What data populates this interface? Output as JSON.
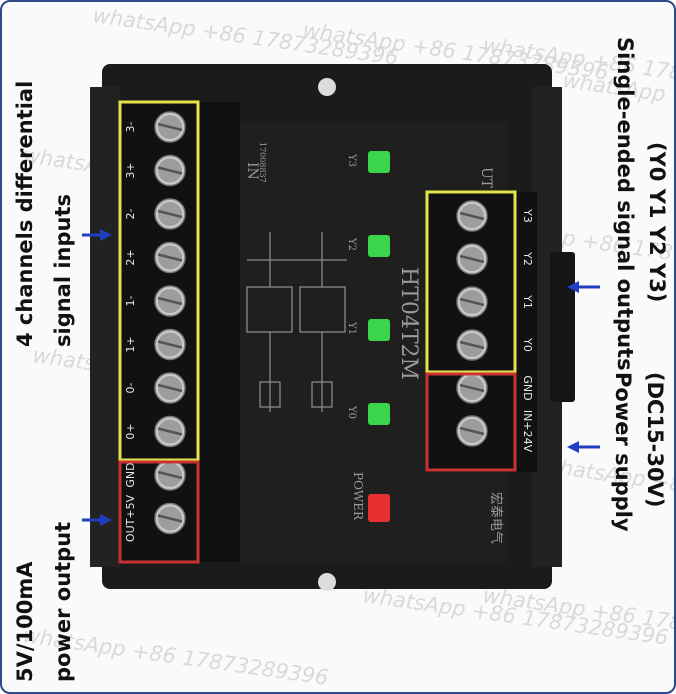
{
  "watermark": "whatsApp +86 17873289396",
  "left_inputs": [
    "3-",
    "3+",
    "2-",
    "2+",
    "1-",
    "1+",
    "0-",
    "0+"
  ],
  "left_power": [
    "GND",
    "OUT+5V"
  ],
  "right_outputs": [
    "Y3",
    "Y2",
    "Y1",
    "Y0"
  ],
  "right_power": [
    "GND",
    "IN+24V"
  ],
  "model": "HT04T2M",
  "board_in": "IN",
  "board_out": "UT",
  "serial": "17008837",
  "power_label": "POWER",
  "led_labels": [
    "Y3",
    "Y2",
    "Y1",
    "Y0"
  ],
  "brand_cn": "宏泰电气",
  "annotations": {
    "inputs": [
      "4 channels differential",
      "signal inputs"
    ],
    "outputs": [
      "Single-ended signal outputs",
      "(Y0  Y1  Y2  Y3)"
    ],
    "power_supply": [
      "Power supply",
      "(DC15-30V)"
    ],
    "power_output": [
      "5V/100mA",
      "power output"
    ]
  },
  "colors": {
    "yellow_frame": "#e6e34a",
    "red_frame": "#c83232",
    "arrow": "#1f3fbf",
    "led_green": "#3bd44a",
    "led_red": "#e83030"
  }
}
